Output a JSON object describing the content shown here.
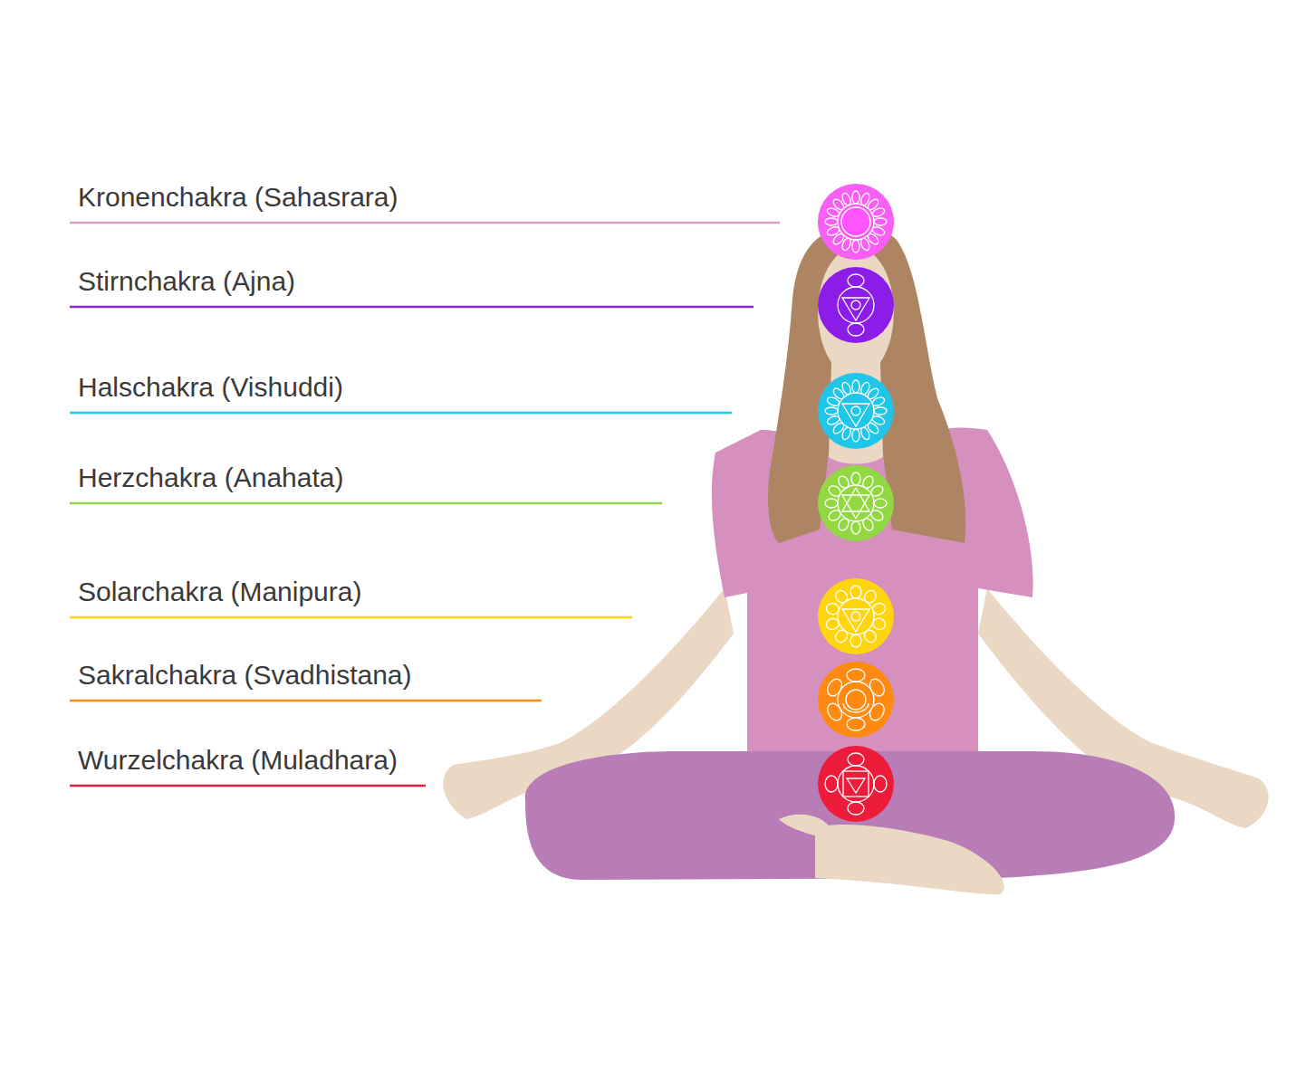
{
  "diagram": {
    "labels": [
      "Kronenchakra (Sahasrara)",
      "Stirnchakra (Ajna)",
      "Halschakra (Vishuddi)",
      "Herzchakra (Anahata)",
      "Solarchakra (Manipura)",
      "Sakralchakra (Svadhistana)",
      "Wurzelchakra (Muladhara)"
    ]
  }
}
